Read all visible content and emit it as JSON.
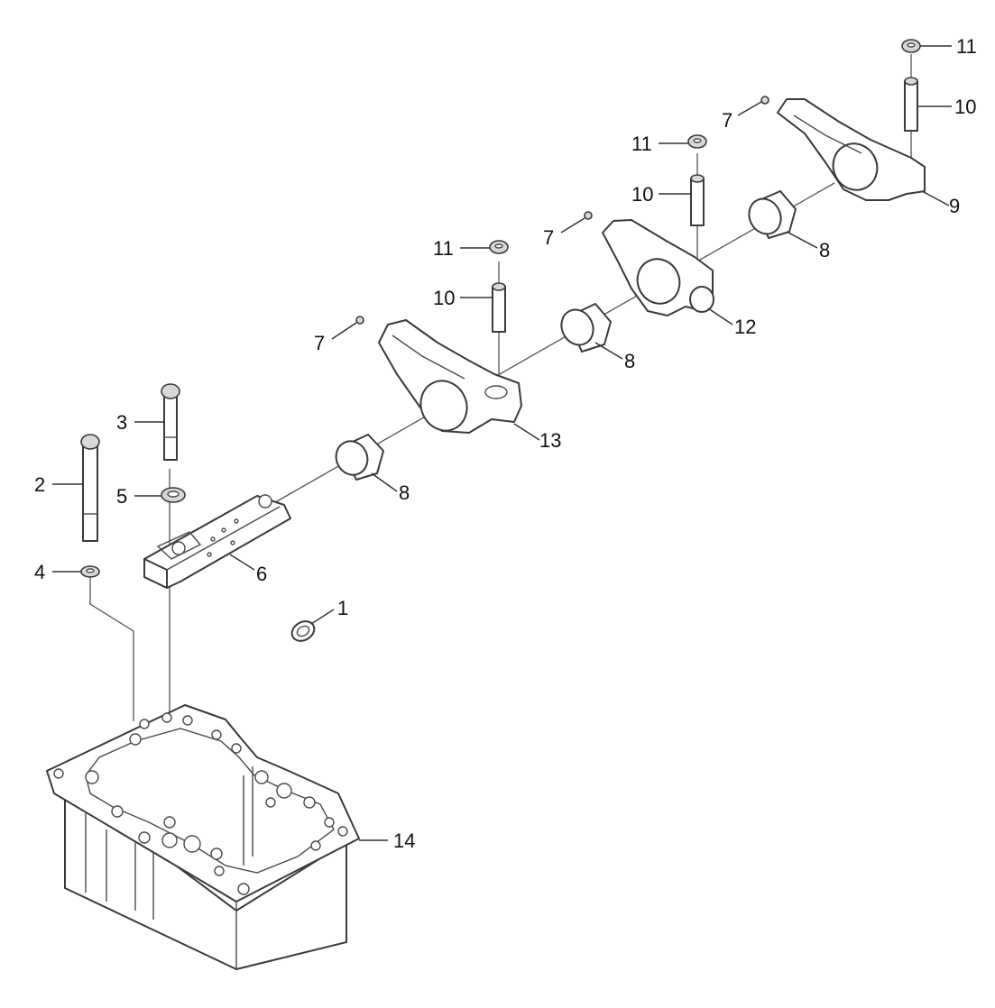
{
  "diagram": {
    "callouts": [
      {
        "id": "c1",
        "text": "1"
      },
      {
        "id": "c2",
        "text": "2"
      },
      {
        "id": "c3",
        "text": "3"
      },
      {
        "id": "c4",
        "text": "4"
      },
      {
        "id": "c5",
        "text": "5"
      },
      {
        "id": "c6",
        "text": "6"
      },
      {
        "id": "c7a",
        "text": "7"
      },
      {
        "id": "c7b",
        "text": "7"
      },
      {
        "id": "c7c",
        "text": "7"
      },
      {
        "id": "c8a",
        "text": "8"
      },
      {
        "id": "c8b",
        "text": "8"
      },
      {
        "id": "c8c",
        "text": "8"
      },
      {
        "id": "c9",
        "text": "9"
      },
      {
        "id": "c10a",
        "text": "10"
      },
      {
        "id": "c10b",
        "text": "10"
      },
      {
        "id": "c10c",
        "text": "10"
      },
      {
        "id": "c11a",
        "text": "11"
      },
      {
        "id": "c11b",
        "text": "11"
      },
      {
        "id": "c11c",
        "text": "11"
      },
      {
        "id": "c12",
        "text": "12"
      },
      {
        "id": "c13",
        "text": "13"
      },
      {
        "id": "c14",
        "text": "14"
      }
    ]
  }
}
